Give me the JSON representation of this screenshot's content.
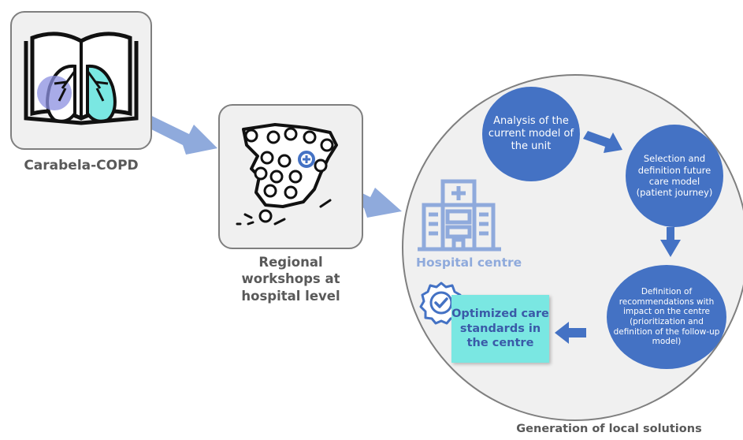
{
  "nodes": {
    "carabela": {
      "label": "Carabela-COPD"
    },
    "regional": {
      "label": "Regional workshops at hospital level"
    },
    "local": {
      "label": "Generation of local solutions"
    },
    "hospital": {
      "label": "Hospital centre"
    },
    "step1": {
      "label": "Analysis of the current model of the unit"
    },
    "step2": {
      "label": "Selection and definition future care model (patient journey)"
    },
    "step3": {
      "label": "Definition of recommendations with impact on the centre (prioritization and definition of the follow-up model)"
    },
    "outcome": {
      "label": "Optimized care standards in the centre"
    }
  },
  "icons": {
    "carabela": "book-lungs-icon",
    "regional": "spain-map-pins-icon",
    "hospital": "hospital-building-icon",
    "outcome": "quality-badge-check-icon"
  },
  "colors": {
    "step_fill": "#4472c4",
    "arrow": "#4472c4",
    "big_arrow": "#8faadc",
    "outcome_fill": "#7ae7e2",
    "hospital_icon": "#8faadc",
    "lung_teal": "#7ae7e2",
    "lung_purple": "#8b8fe0"
  }
}
